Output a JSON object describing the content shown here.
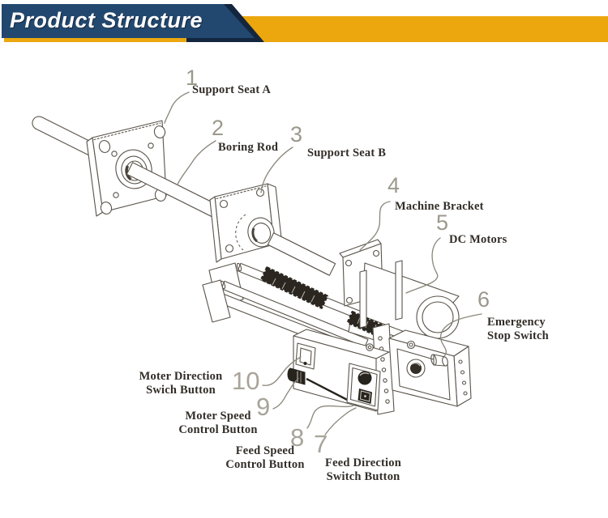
{
  "header": {
    "title": "Product Structure",
    "colors": {
      "banner_navy": "#22486f",
      "banner_shadow": "#14263f",
      "banner_gold": "#eca70f"
    }
  },
  "diagram": {
    "description": "Exploded line drawing of a portable line boring machine with numbered part callouts",
    "line_color": "#5a544b",
    "leader_color": "#8d897d",
    "parts": [
      {
        "num": "1",
        "label": "Support Seat A"
      },
      {
        "num": "2",
        "label": "Boring Rod"
      },
      {
        "num": "3",
        "label": "Support Seat B"
      },
      {
        "num": "4",
        "label": "Machine Bracket"
      },
      {
        "num": "5",
        "label": "DC Motors"
      },
      {
        "num": "6",
        "label": "Emergency\nStop Switch"
      },
      {
        "num": "7",
        "label": "Feed Direction\nSwitch Button"
      },
      {
        "num": "8",
        "label": "Feed Speed\nControl Button"
      },
      {
        "num": "9",
        "label": "Moter Speed\nControl Button"
      },
      {
        "num": "10",
        "label": "Moter Direction\nSwich Button"
      }
    ]
  }
}
